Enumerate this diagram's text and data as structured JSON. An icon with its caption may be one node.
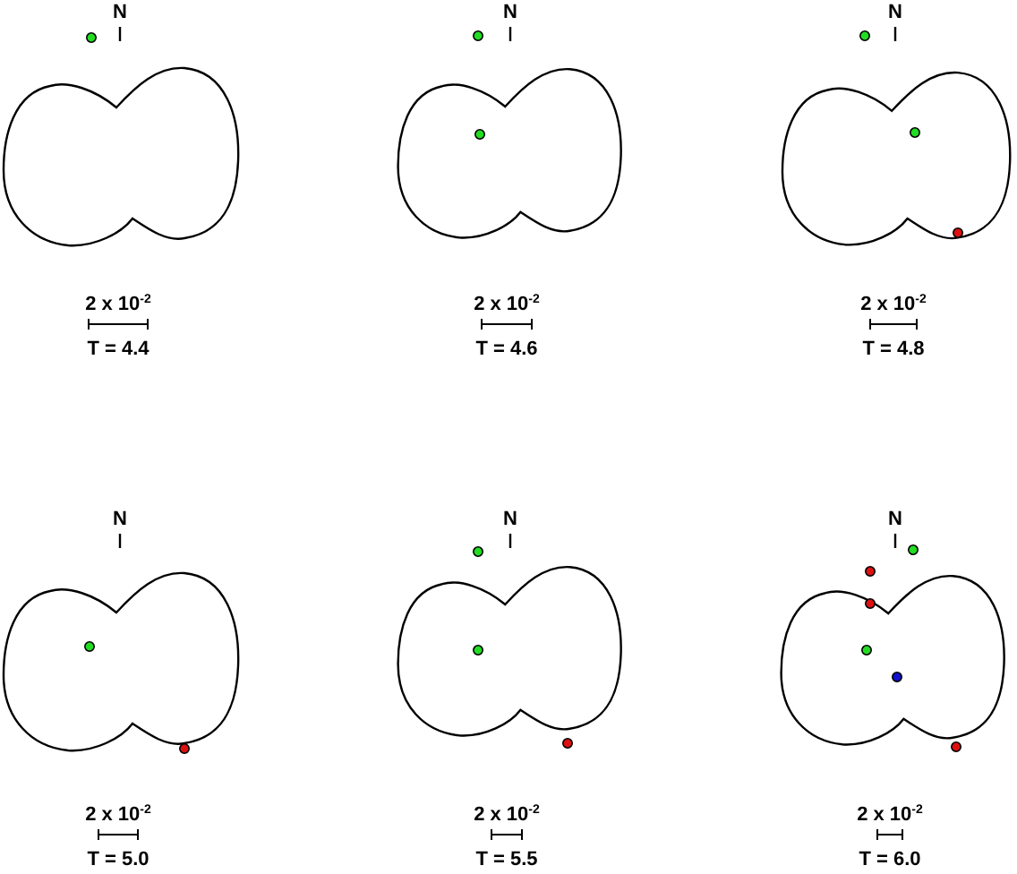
{
  "diagram": {
    "labels": [
      "N",
      "2 x 10$^{-2}$",
      "T = 4.4",
      "N",
      "2 x 10$^{-2}$",
      "T = 4.6",
      "N",
      "2 x 10$^{-2}$",
      "T = 4.8",
      "N",
      "2 x 10$^{-2}$",
      "T = 5.0",
      "N",
      "2 x 10$^{-2}$",
      "T = 5.5",
      "N",
      "2 x 10$^{-2}$",
      "T = 6.0"
    ]
  }
}
